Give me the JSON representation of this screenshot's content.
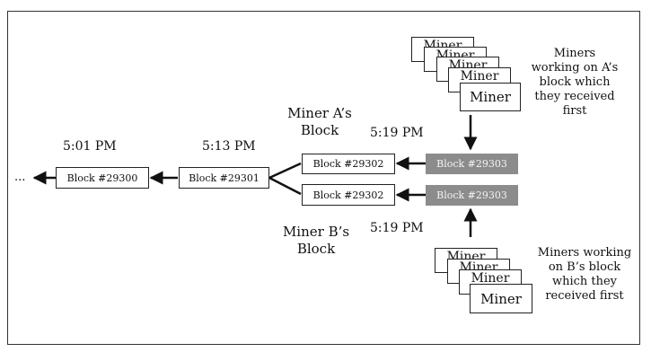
{
  "ellipsis": "...",
  "blocks": {
    "b29300": "Block #29300",
    "b29301": "Block #29301",
    "b29302a": "Block #29302",
    "b29302b": "Block #29302",
    "b29303a": "Block #29303",
    "b29303b": "Block #29303"
  },
  "times": {
    "t1": "5:01 PM",
    "t2": "5:13 PM",
    "t3": "5:19 PM",
    "t4": "5:19 PM"
  },
  "labels": {
    "miner_a": "Miner A’s Block",
    "miner_b": "Miner B’s Block"
  },
  "miner_label": "Miner",
  "descriptions": {
    "top": "Miners working on A’s block which they received first",
    "bottom": "Miners working on B’s block which they received first"
  },
  "colors": {
    "pending_block": "#8c8c8c",
    "line": "#111111"
  }
}
